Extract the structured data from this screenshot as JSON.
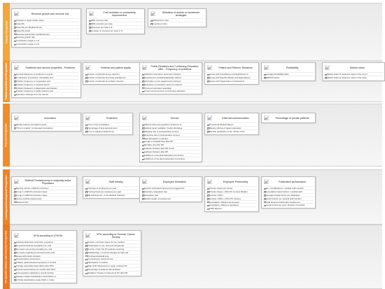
{
  "colors": {
    "perspective_1": "#f3a63a",
    "perspective_2": "#f19932",
    "perspective_3": "#f08d2b",
    "perspective_4": "#ee8325",
    "perspective_5": "#ec781f"
  },
  "perspectives": [
    {
      "label": "Finance Perspective",
      "cards": [
        {
          "title": "Revenue growth and revenue mix",
          "icon": "line-chart-icon",
          "items": [
            "Increase in target shelter share",
            "Case Mix",
            "Case Mix per Medical Doctor",
            "Case Mix Index",
            "Revenue and primary reimbursement",
            "Revenue growth rate",
            "Contribution margin 1 in €",
            "Contribution margin 2 in €"
          ]
        },
        {
          "title": "Cost reduction or productivity improvement",
          "icon": "line-chart-icon",
          "items": [
            "MDK revenue ratio",
            "MDK provision per case",
            "Revenues per case in €",
            "Increase of revenues per case in %"
          ]
        },
        {
          "title": "Utilization of assets or investment strategies",
          "icon": "line-chart-icon",
          "items": [
            "Maintenance ratio",
            "Investment ratio"
          ]
        }
      ]
    },
    {
      "label": "Patient and Referrer Perspective",
      "cards": [
        {
          "title": "Treatment and service properties - Problems",
          "icon": "line-chart-icon",
          "items": [
            "General frequency of problems in overall",
            "In admission procedures, traceability and",
            "Problem frequency in cooperation and",
            "Problem frequency in medical reports",
            "Problem frequency in diagnostics and therapy",
            "Problem frequency in public relations and",
            "Education offerings from the referrer"
          ]
        },
        {
          "title": "Referral and patient loyalty",
          "icon": "line-chart-icon",
          "items": [
            "Number of referrals by key referrers",
            "Number of referrals by private practitioners",
            "Number of referrals by problem referrers"
          ]
        },
        {
          "title": "Public Relations and Continuing Education Offer - Frequency of problems",
          "icon": "line-chart-icon",
          "items": [
            "Sufficient information personnel changes",
            "Department's contact/stakeholder officers",
            "Information on the department's services",
            "Relevance of education topics for referrers",
            "Timing of continuing education",
            "Timely announcement of continuing education"
          ]
        },
        {
          "title": "Patient and Referrer Relations",
          "icon": "line-chart-icon",
          "items": [
            "Issues with Friendliness and Helpfulness of",
            "Issues with Specific Wishes and Expectations",
            "Issues with Organization of Admissions"
          ]
        },
        {
          "title": "Profitability",
          "icon": "line-chart-icon",
          "items": [
            "Average Profitability Rate",
            "EBITDA-Quote"
          ]
        },
        {
          "title": "Market share",
          "icon": "line-chart-icon",
          "items": [
            "Market share of treatment cases in the city of",
            "Market share of treatment cases in the state"
          ]
        }
      ]
    },
    {
      "label": "Process Perspective",
      "cards": [
        {
          "title": "Innovation",
          "icon": "line-chart-icon",
          "items": [
            "Identify referrer and patient needs",
            "\"Time to market\" of proposed innovations"
          ]
        },
        {
          "title": "Treatment",
          "icon": "line-chart-icon",
          "items": [
            "Time to first consultation",
            "Percentage of kept appointments",
            "Time to radical prostatectomy"
          ]
        },
        {
          "title": "Service",
          "icon": "line-chart-icon",
          "items": [
            "Patients with post-operative continence ie",
            "Medical report available 7d after discharge",
            "Shipping rate of postoperative surveys",
            "Response rate of postoperative surveys",
            "Bed Occupancy in percent",
            "Length of Hospital Stay after RP",
            "Mortality rate after RP",
            "Catheter Duration after RP S-12d",
            "Catheter Duration after RP",
            "Fulfillment of the EAU Education Curriculum",
            "Fulfillment of the MeCu Education Curriculum"
          ]
        },
        {
          "title": "External communication",
          "icon": "line-chart-icon",
          "items": [
            "Provisional Medical Report",
            "Weekly offering of patient education",
            "Monthly publication of the \"Article of the"
          ]
        },
        {
          "title": "Percentage of private patients",
          "icon": "line-chart-icon",
          "items": []
        }
      ]
    },
    {
      "label": "Learning and Development Perspective",
      "cards": [
        {
          "title": "Radical Prostatectomy in surgically active Physicians",
          "icon": "line-chart-icon",
          "items": [
            "Meeting metrics of ERUS curriculum",
            "Group 1 of ERUS curriculum steps",
            "Group 2 of ERUS curriculum steps",
            "Vesico-urethral anastomosis",
            "Bilateral LNG"
          ]
        },
        {
          "title": "Staff training",
          "icon": "line-chart-icon",
          "items": [
            "Trainings of employees per year",
            "Training hours per employee per year",
            "ME trainings acc. to the Medical Chamber"
          ]
        },
        {
          "title": "Employee Motivation",
          "icon": "line-chart-icon",
          "items": [
            "Number submitted improvement suggestions",
            "Voluntary resignation rate",
            "Fluctuation rate",
            "Median length of employment"
          ]
        },
        {
          "title": "Employee Productivity",
          "icon": "line-chart-icon",
          "items": [
            "Primary Cases per Center",
            "Primary Cases + DKG PC Centers Median",
            "Number of RPs",
            "Number of RPs + DKG PC Centers",
            "Complaints / Patients summoned",
            "Complaints / Planned operations",
            "CIRS Reports"
          ]
        },
        {
          "title": "Publication performance",
          "icon": "line-chart-icon",
          "items": [
            "No. of publications / medical staff member",
            "Cumulative Impact Factor / medical staff",
            "Average Impact Factor per publication",
            "Hirsch-Factor per medical staff member",
            "Total amount of third-party funding per",
            "Impact points per year / Number of medical"
          ]
        }
      ]
    },
    {
      "label": "PC-Specific Disease and Outcome Perspective",
      "cards": [
        {
          "title": "KPIs according to ICHOM",
          "icon": "line-chart-icon",
          "items": [
            "Irritative/obstructive micturition symptoms",
            "No gastrointestinal complaints pre- and",
            "No issues concerning sexuality pre- and",
            "No issues regarding hormonal function and",
            "Issues with urinary function",
            "Postoperative incontinence",
            "Irritative gastrointestinal symptoms 6 months",
            "Therapy-associated side effects after RPX",
            "Normal sexual activity six months after RPX",
            "Post-operative satisfactory sexual function",
            "Gleason Grade Classification Grad WHO ≥ 1",
            "CTCAE classification grade WHO ≥ 1 after"
          ]
        },
        {
          "title": "KPIs according to German Cancer Society",
          "icon": "line-chart-icon",
          "items": [
            "Number of primary cases for low, medium",
            "Presentation in pre- and post-therapeutic",
            "Number of low risk PC patients receiving",
            "Radiotherapy + hormone therapy for high-risk",
            "Psychooncological care",
            "Counseling by social service",
            "Participation in studies",
            "Rate of R1 Resections in organ confined PC",
            "Percentage of patients with definitive",
            "Radiation Therapy for Recurrent PC after RP"
          ]
        }
      ]
    }
  ]
}
